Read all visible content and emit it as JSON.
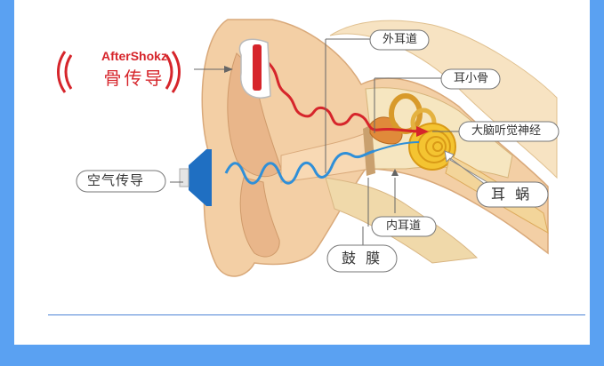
{
  "brand": {
    "name": "AfterShokz",
    "method": "骨传导",
    "accent_color": "#d6252b"
  },
  "labels": {
    "outer_canal": "外耳道",
    "ossicles": "耳小骨",
    "auditory_nerve": "大脑听觉神经",
    "cochlea": "耳 蜗",
    "inner_canal": "内耳道",
    "eardrum": "鼓 膜",
    "air_conduction": "空气传导"
  },
  "colors": {
    "bone_wave": "#d6252b",
    "air_wave": "#2f8fd8",
    "border": "#5aa1f2",
    "divider": "#4d84d6"
  }
}
